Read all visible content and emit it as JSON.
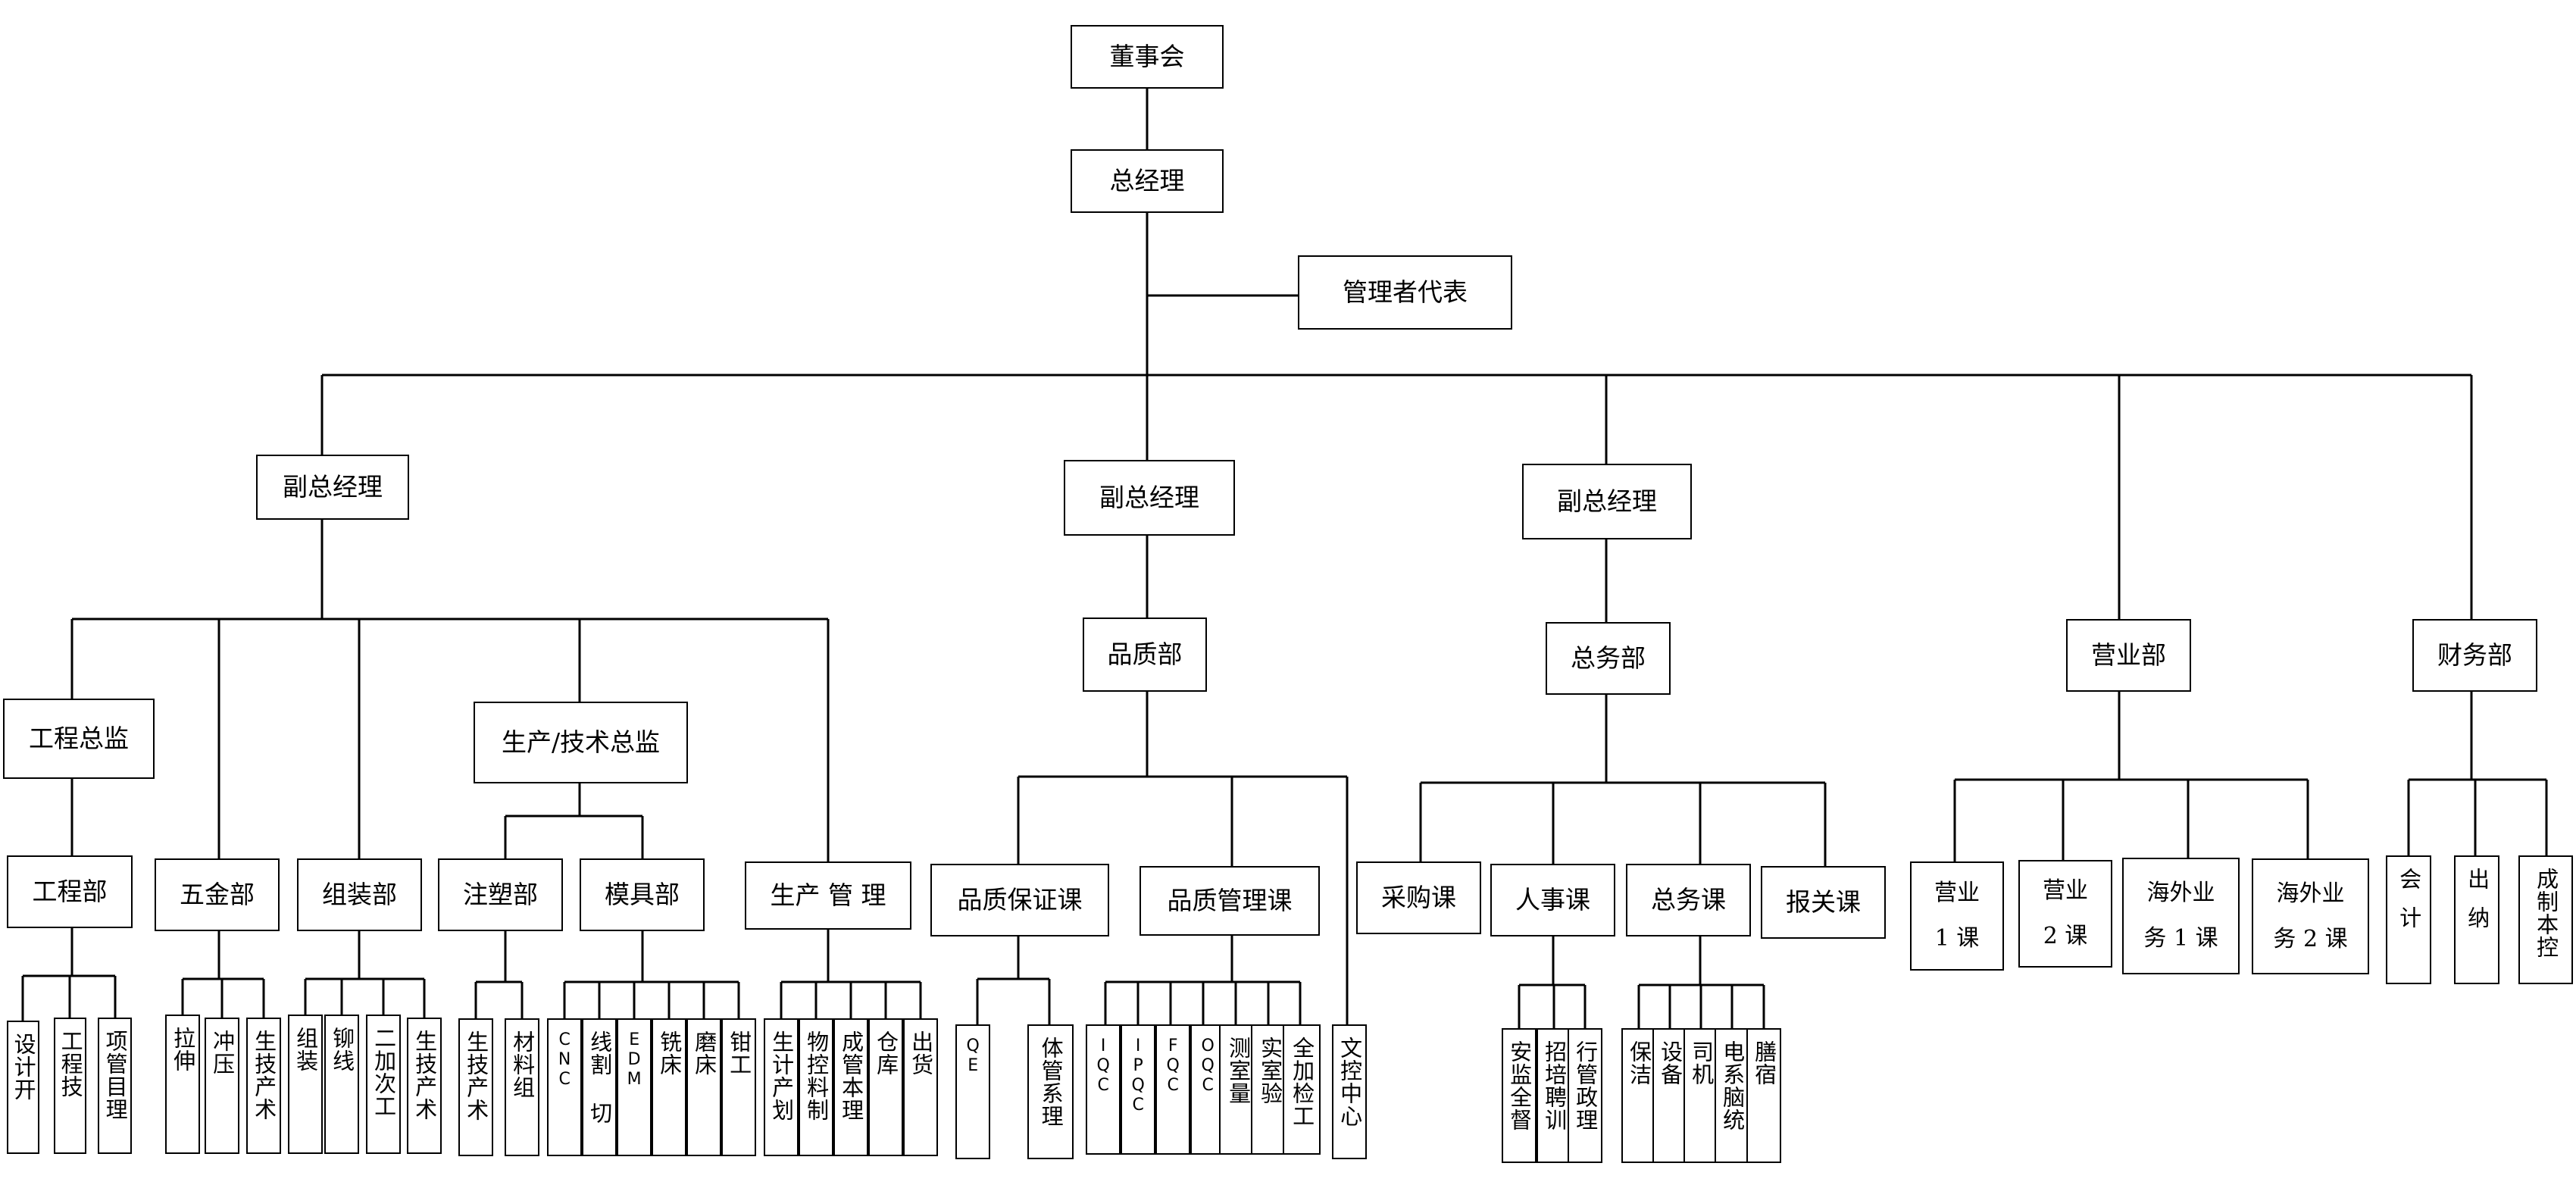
{
  "nodes": {
    "board": "董事会",
    "gm": "总经理",
    "mgmt_rep": "管理者代表",
    "vgm1": "副总经理",
    "vgm2": "副总经理",
    "vgm3": "副总经理",
    "sales": "营业部",
    "finance": "财务部",
    "eng_director": "工程总监",
    "prod_tech_director": "生产/技术总监",
    "eng_dept": "工程部",
    "hardware": "五金部",
    "assembly": "组装部",
    "injection": "注塑部",
    "mold": "模具部",
    "prod_mgmt": "生产 管 理",
    "quality_dept": "品质部",
    "qa_section": "品质保证课",
    "qm_section": "品质管理课",
    "doc_center": "文控中心",
    "general_affairs": "总务部",
    "purchasing": "采购课",
    "hr": "人事课",
    "ga_section": "总务课",
    "customs": "报关课",
    "sales1": "营业\n1 课",
    "sales2": "营业\n2 课",
    "overseas1": "海外业\n务 1 课",
    "overseas2": "海外业\n务 2 课",
    "accounting": "会计",
    "cashier": "出纳",
    "cost_ctrl": [
      "本控",
      "成制"
    ],
    "design": [
      "计开",
      "设"
    ],
    "eng_tech": "工程技",
    "project": [
      "目理",
      "项管"
    ],
    "drawing": "拉伸",
    "stamping": "冲压",
    "prod_tech_hw": [
      "产术",
      "生技"
    ],
    "assemble": "组装",
    "rivet": "铆线",
    "secondary": [
      "次工",
      "二加"
    ],
    "prod_tech_asm": [
      "产术",
      "生技"
    ],
    "prod_tech_inj": [
      "产术",
      "生技"
    ],
    "material": "材料组",
    "cnc": "CNC",
    "wire_cut": [
      "切",
      "线割"
    ],
    "edm": "EDM",
    "milling": "铣床",
    "grinding": "磨床",
    "fitter": "钳工",
    "prod_plan": [
      "产划",
      "生计"
    ],
    "material_ctrl": [
      "料制",
      "物控"
    ],
    "cost_mgmt": [
      "本理",
      "成管"
    ],
    "warehouse": "仓库",
    "shipping": "出货",
    "qe": "QE",
    "system_mgmt": [
      "系理",
      "体管"
    ],
    "iqc": "IQC",
    "ipqc": "IPQC",
    "fqc": "FQC",
    "oqc": "OQC",
    "measure": [
      "量",
      "测室"
    ],
    "lab": [
      "验",
      "实室"
    ],
    "full_inspect": [
      "检工",
      "全加"
    ],
    "safety": [
      "全督",
      "安监"
    ],
    "recruit": [
      "聘训",
      "招培"
    ],
    "admin": [
      "政理",
      "行管"
    ],
    "cleaning": "保洁",
    "equipment": "设备",
    "driver": "司机",
    "it": [
      "脑统",
      "电系"
    ],
    "canteen": "膳宿"
  }
}
